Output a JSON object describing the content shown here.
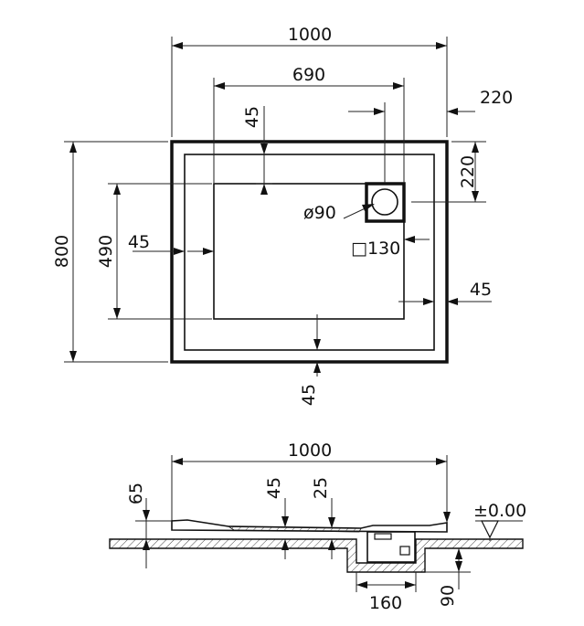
{
  "top_view": {
    "width": "1000",
    "inner_width": "690",
    "left_margin_top": "45",
    "drain_offset_x": "220",
    "drain_offset_y": "220",
    "drain_diameter": "ø90",
    "height": "800",
    "inner_height": "490",
    "left_margin": "45",
    "drain_box": "□130",
    "right_margin": "45",
    "bottom_margin": "45"
  },
  "section_view": {
    "width": "1000",
    "rim_height": "65",
    "depth_a": "45",
    "depth_b": "25",
    "level": "±0.00",
    "drain_width": "160",
    "drain_depth": "90"
  }
}
